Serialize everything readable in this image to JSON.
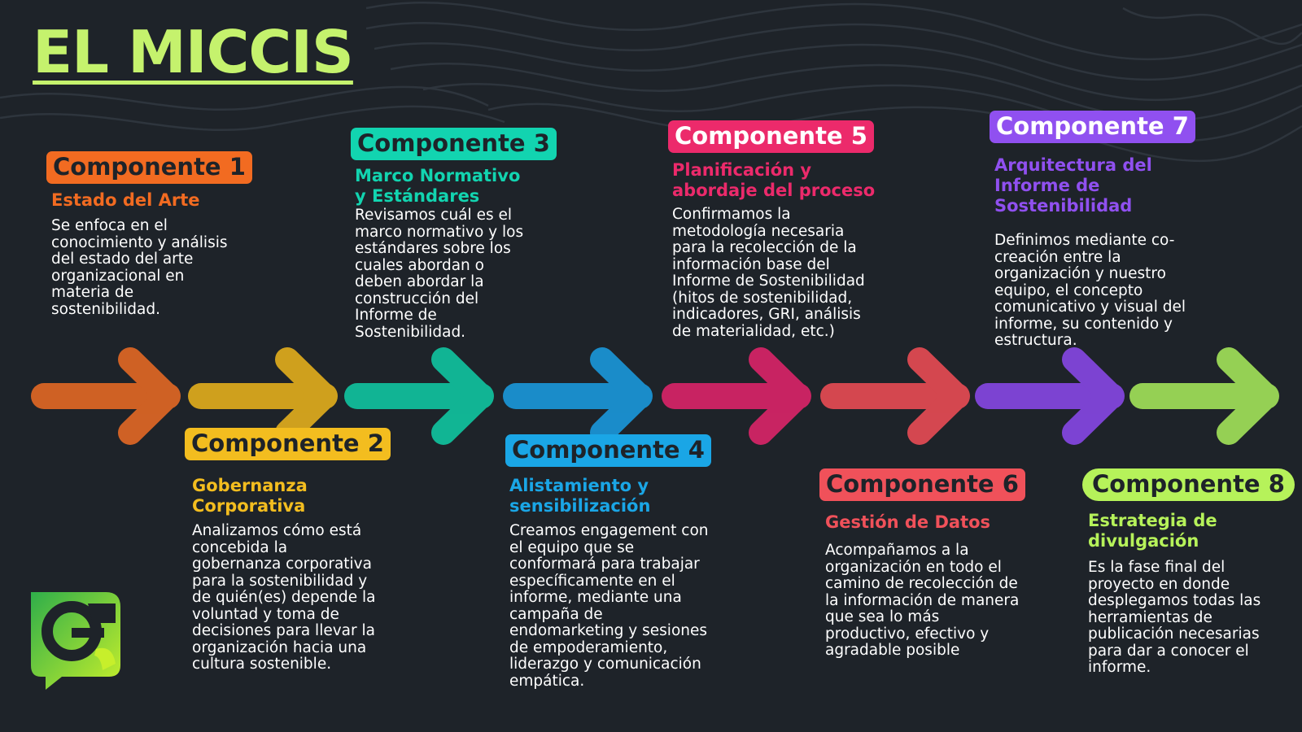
{
  "title": "EL MICCIS",
  "components": [
    {
      "badge": "Componente 1",
      "subtitle": "Estado del Arte",
      "description": "Se enfoca en el conocimiento y análisis del estado del arte organizacional en materia de sostenibilidad.",
      "color": "#f26b21",
      "badge_text_color": "#1e2329"
    },
    {
      "badge": "Componente 2",
      "subtitle": "Gobernanza Corporativa",
      "description": "Analizamos cómo está concebida la gobernanza corporativa para la sostenibilidad y de quién(es) depende la voluntad y toma de decisiones para llevar la organización hacia una cultura sostenible.",
      "color": "#f3bd1f",
      "badge_text_color": "#1e2329"
    },
    {
      "badge": "Componente 3",
      "subtitle": "Marco Normativo y Estándares",
      "description": "Revisamos  cuál es el marco normativo y los estándares sobre los cuales abordan o deben abordar la construcción del Informe de Sostenibilidad.",
      "color": "#12d4b0",
      "badge_text_color": "#1e2329"
    },
    {
      "badge": "Componente 4",
      "subtitle": "Alistamiento y sensibilización",
      "description": "Creamos engagement con el equipo que se conformará para trabajar específicamente en el informe, mediante una campaña de endomarketing y sesiones de empoderamiento, liderazgo y comunicación empática.",
      "color": "#1aa6e6",
      "badge_text_color": "#1e2329"
    },
    {
      "badge": "Componente 5",
      "subtitle": "Planificación y abordaje del proceso",
      "description": "Confirmamos la metodología necesaria para la recolección de la información base del Informe de Sostenibilidad (hitos de sostenibilidad, indicadores, GRI, análisis de materialidad, etc.)",
      "color": "#ec2a6b",
      "badge_text_color": "#ffffff"
    },
    {
      "badge": "Componente 6",
      "subtitle": "Gestión de Datos",
      "description": "Acompañamos a la organización en todo el camino de recolección de la información de manera que sea lo más productivo, efectivo y agradable posible",
      "color": "#f0515a",
      "badge_text_color": "#1e2329"
    },
    {
      "badge": "Componente 7",
      "subtitle": "Arquitectura del Informe de Sostenibilidad",
      "description": "Definimos mediante co-creación entre la organización y nuestro equipo, el concepto comunicativo y visual del informe, su contenido y estructura.",
      "color": "#9050f0",
      "badge_text_color": "#ffffff"
    },
    {
      "badge": "Componente 8",
      "subtitle": "Estrategia de divulgación",
      "description": "Es la fase final del proyecto en donde desplegamos todas las herramientas de publicación necesarias para dar a conocer el informe.",
      "color": "#b6f25a",
      "badge_text_color": "#1e2329"
    }
  ],
  "arrow_colors": [
    "#e86a24",
    "#e8b21c",
    "#10c9a3",
    "#1a9be0",
    "#e0246a",
    "#ee4c55",
    "#8a48ea",
    "#a6e85a"
  ],
  "colors": {
    "background": "#1e2329",
    "title": "#c5f26d",
    "logo_green": "#38b54a",
    "logo_lime": "#c7ef2b"
  },
  "logo_icon": "speech-bubble-g-logo"
}
